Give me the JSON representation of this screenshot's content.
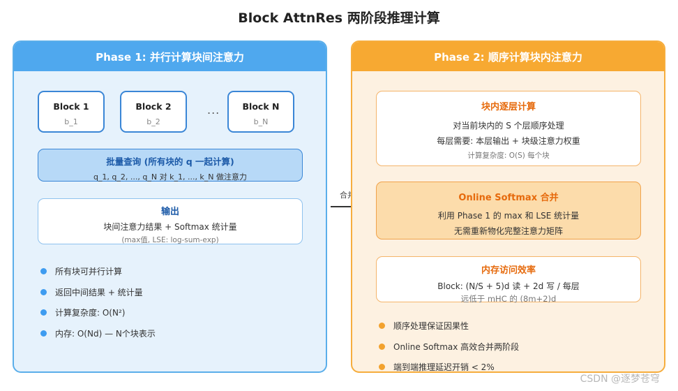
{
  "title": "Block AttnRes 两阶段推理计算",
  "phase1": {
    "header": "Phase 1: 并行计算块间注意力",
    "blocks": [
      {
        "name": "Block 1",
        "sub": "b_1"
      },
      {
        "name": "Block 2",
        "sub": "b_2"
      },
      {
        "name": "Block N",
        "sub": "b_N"
      }
    ],
    "ellipsis": "...",
    "query": {
      "title": "批量查询 (所有块的 q 一起计算)",
      "sub": "q_1, q_2, ..., q_N 对 k_1, ..., k_N 做注意力"
    },
    "output": {
      "title": "输出",
      "sub": "块间注意力结果 + Softmax 统计量",
      "note": "(max值, LSE: log-sum-exp)"
    },
    "bullets": [
      "所有块可并行计算",
      "返回中间结果 + 统计量",
      "计算复杂度: O(N²)",
      "内存: O(Nd) — N个块表示"
    ]
  },
  "connector_label": "合并",
  "phase2": {
    "header": "Phase 2: 顺序计算块内注意力",
    "cards": [
      {
        "title": "块内逐层计算",
        "lines": [
          "对当前块内的 S 个层顺序处理",
          "每层需要: 本层输出 + 块级注意力权重"
        ],
        "note": "计算复杂度: O(S) 每个块"
      },
      {
        "title": "Online Softmax 合并",
        "lines": [
          "利用 Phase 1 的 max 和 LSE 统计量",
          "无需重新物化完整注意力矩阵"
        ],
        "note": ""
      },
      {
        "title": "内存访问效率",
        "lines": [
          "Block: (N/S + 5)d 读 + 2d 写 / 每层"
        ],
        "note": "远低于 mHC 的 (8m+2)d"
      }
    ],
    "bullets": [
      "顺序处理保证因果性",
      "Online Softmax 高效合并两阶段",
      "端到端推理延迟开销 < 2%"
    ]
  },
  "watermark": "CSDN @逐梦苍穹",
  "colors": {
    "phase1_accent": "#4fa8ee",
    "phase2_accent": "#f7a932",
    "phase2_title": "#e66a0c"
  }
}
